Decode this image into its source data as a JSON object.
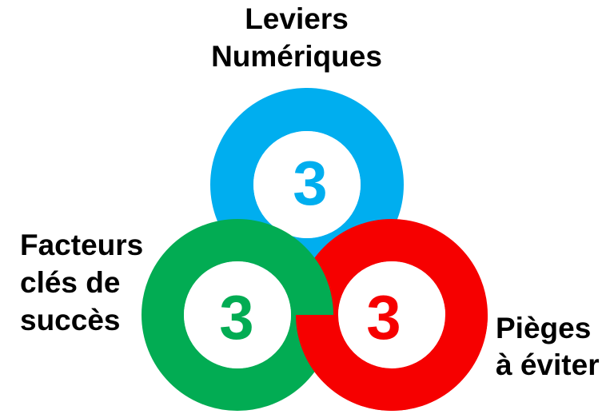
{
  "labels": {
    "top": {
      "line1": "Leviers",
      "line2": "Numériques"
    },
    "left": {
      "line1": "Facteurs",
      "line2": "clés de",
      "line3": "succès"
    },
    "right": {
      "line1": "Pièges",
      "line2": "à éviter"
    }
  },
  "rings": {
    "digital": {
      "count": "3",
      "color": "#00AEEF"
    },
    "success": {
      "count": "3",
      "color": "#02AC53"
    },
    "pitfalls": {
      "count": "3",
      "color": "#F60000"
    }
  },
  "text_color": "#000000",
  "background": "#FFFFFF"
}
